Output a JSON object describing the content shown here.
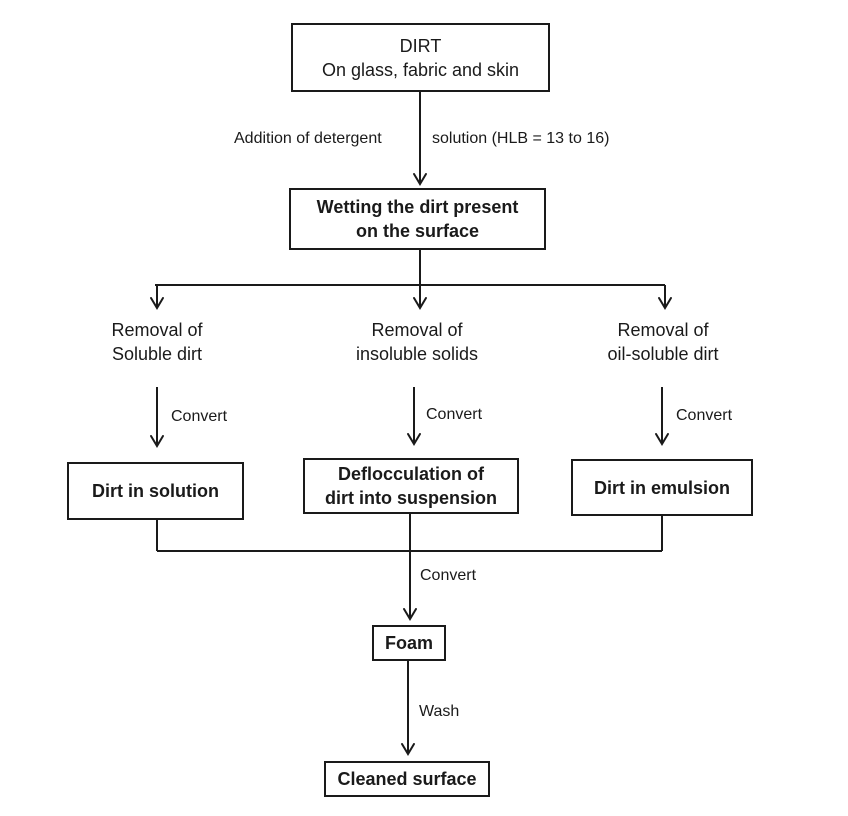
{
  "diagram": {
    "start": {
      "line1": "DIRT",
      "line2": "On glass, fabric and skin"
    },
    "step1_label_left": "Addition of detergent",
    "step1_label_right": "solution (HLB = 13 to 16)",
    "wetting": {
      "line1": "Wetting the dirt present",
      "line2": "on the surface"
    },
    "branches": [
      {
        "title_line1": "Removal of",
        "title_line2": "Soluble dirt",
        "arrow_label": "Convert",
        "result_line1": "Dirt in solution",
        "result_line2": ""
      },
      {
        "title_line1": "Removal of",
        "title_line2": "insoluble solids",
        "arrow_label": "Convert",
        "result_line1": "Deflocculation of",
        "result_line2": "dirt into suspension"
      },
      {
        "title_line1": "Removal of",
        "title_line2": "oil-soluble dirt",
        "arrow_label": "Convert",
        "result_line1": "Dirt in emulsion",
        "result_line2": ""
      }
    ],
    "merge_label": "Convert",
    "foam": "Foam",
    "wash_label": "Wash",
    "end": "Cleaned surface"
  }
}
